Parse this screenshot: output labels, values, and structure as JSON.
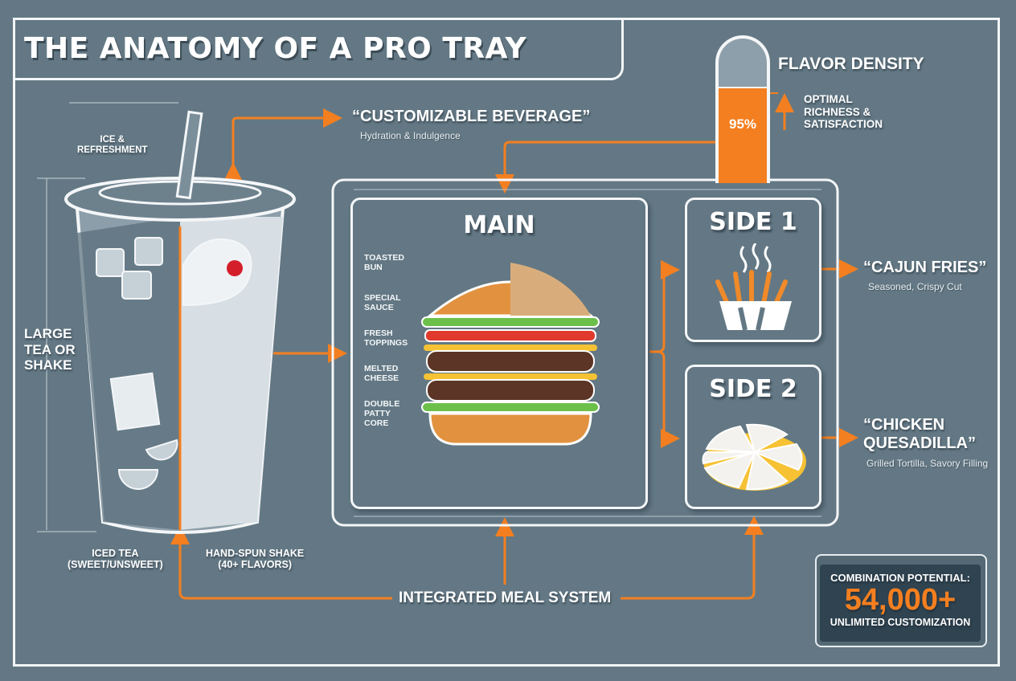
{
  "title": "THE ANATOMY OF A PRO TRAY",
  "colors": {
    "background": "#637884",
    "accent": "#f47f20",
    "line": "#f4f6f8",
    "stat_panel": "#2f4350"
  },
  "beverage": {
    "callout_title": "“CUSTOMIZABLE BEVERAGE”",
    "callout_subtitle": "Hydration & Indulgence",
    "size_label": "LARGE TEA OR SHAKE",
    "size_label_lines": [
      "LARGE",
      "TEA OR",
      "SHAKE"
    ],
    "ice_label_lines": [
      "ICE &",
      "REFRESHMENT"
    ],
    "left_half_lines": [
      "ICED TEA",
      "(SWEET/UNSWEET)"
    ],
    "right_half_lines": [
      "HAND-SPUN SHAKE",
      "(40+ FLAVORS)"
    ]
  },
  "flavor_density": {
    "title": "FLAVOR DENSITY",
    "value": "95%",
    "percent": 95,
    "note_lines": [
      "OPTIMAL",
      "RICHNESS &",
      "SATISFACTION"
    ]
  },
  "main": {
    "title": "MAIN",
    "layers": [
      {
        "lines": [
          "TOASTED",
          "BUN"
        ]
      },
      {
        "lines": [
          "SPECIAL",
          "SAUCE"
        ]
      },
      {
        "lines": [
          "FRESH",
          "TOPPINGS"
        ]
      },
      {
        "lines": [
          "MELTED",
          "CHEESE"
        ]
      },
      {
        "lines": [
          "DOUBLE",
          "PATTY",
          "CORE"
        ]
      }
    ]
  },
  "side1": {
    "title": "SIDE 1",
    "callout_title": "“CAJUN FRIES”",
    "callout_subtitle": "Seasoned, Crispy Cut"
  },
  "side2": {
    "title": "SIDE 2",
    "callout_title_lines": [
      "“CHICKEN",
      "QUESADILLA”"
    ],
    "callout_subtitle": "Grilled Tortilla, Savory Filling"
  },
  "system_label": "INTEGRATED MEAL SYSTEM",
  "stat": {
    "label": "COMBINATION POTENTIAL:",
    "value": "54,000+",
    "caption": "UNLIMITED CUSTOMIZATION"
  }
}
